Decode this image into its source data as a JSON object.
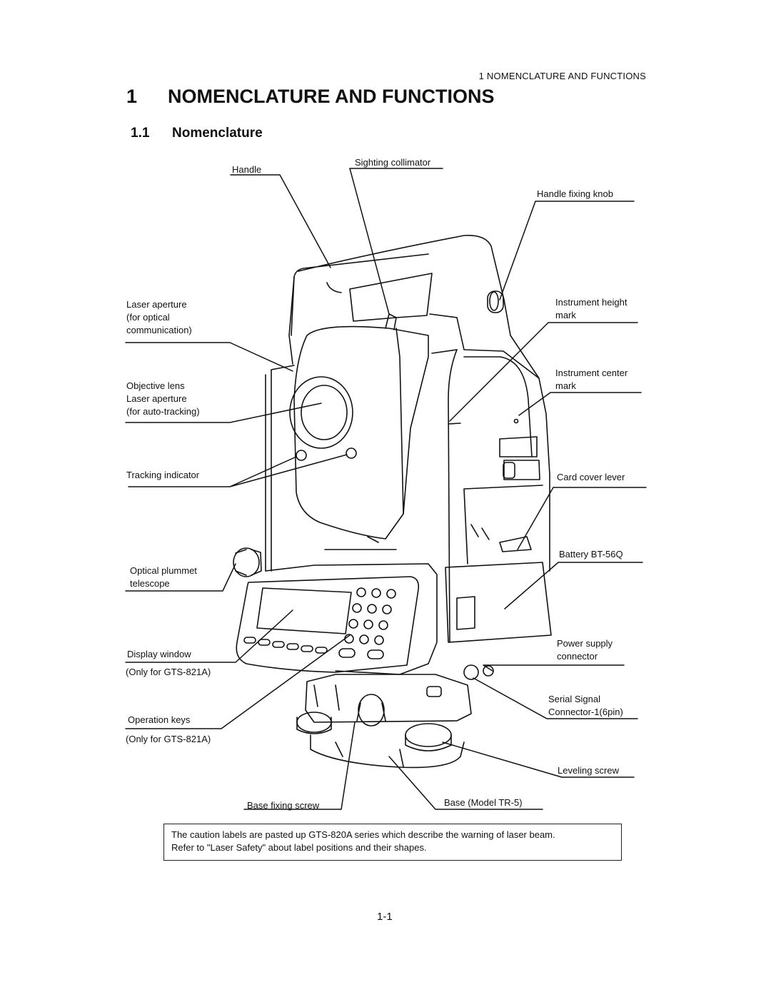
{
  "running_header": "1  NOMENCLATURE AND FUNCTIONS",
  "chapter": {
    "number": "1",
    "title": "NOMENCLATURE AND FUNCTIONS"
  },
  "section": {
    "number": "1.1",
    "title": "Nomenclature"
  },
  "labels": {
    "handle": "Handle",
    "sighting_collimator": "Sighting collimator",
    "handle_fixing_knob": "Handle fixing knob",
    "laser_aperture_1": "Laser aperture",
    "laser_aperture_2": "(for optical",
    "laser_aperture_3": "communication)",
    "instrument_height_1": "Instrument height",
    "instrument_height_2": "mark",
    "instrument_center_1": "Instrument center",
    "instrument_center_2": "mark",
    "objective_lens": "Objective lens",
    "laser_tracking_1": "Laser aperture",
    "laser_tracking_2": "(for auto-tracking)",
    "tracking_indicator": "Tracking indicator",
    "card_cover_lever": "Card cover lever",
    "battery": "Battery BT-56Q",
    "optical_plummet_1": "Optical plummet",
    "optical_plummet_2": "telescope",
    "power_supply_1": "Power supply",
    "power_supply_2": "connector",
    "display_window": "Display window",
    "only_gts_1": "(Only for GTS-821A)",
    "serial_signal_1": "Serial Signal",
    "serial_signal_2": "Connector-1(6pin)",
    "operation_keys": "Operation keys",
    "only_gts_2": "(Only for GTS-821A)",
    "leveling_screw": "Leveling screw",
    "base_fixing_screw": "Base fixing screw",
    "base_model": "Base (Model TR-5)"
  },
  "note": {
    "line1": "The caution labels are pasted up GTS-820A series which describe the warning of laser beam.",
    "line2": "Refer to \"Laser Safety\" about label positions and their shapes."
  },
  "page_number": "1-1"
}
